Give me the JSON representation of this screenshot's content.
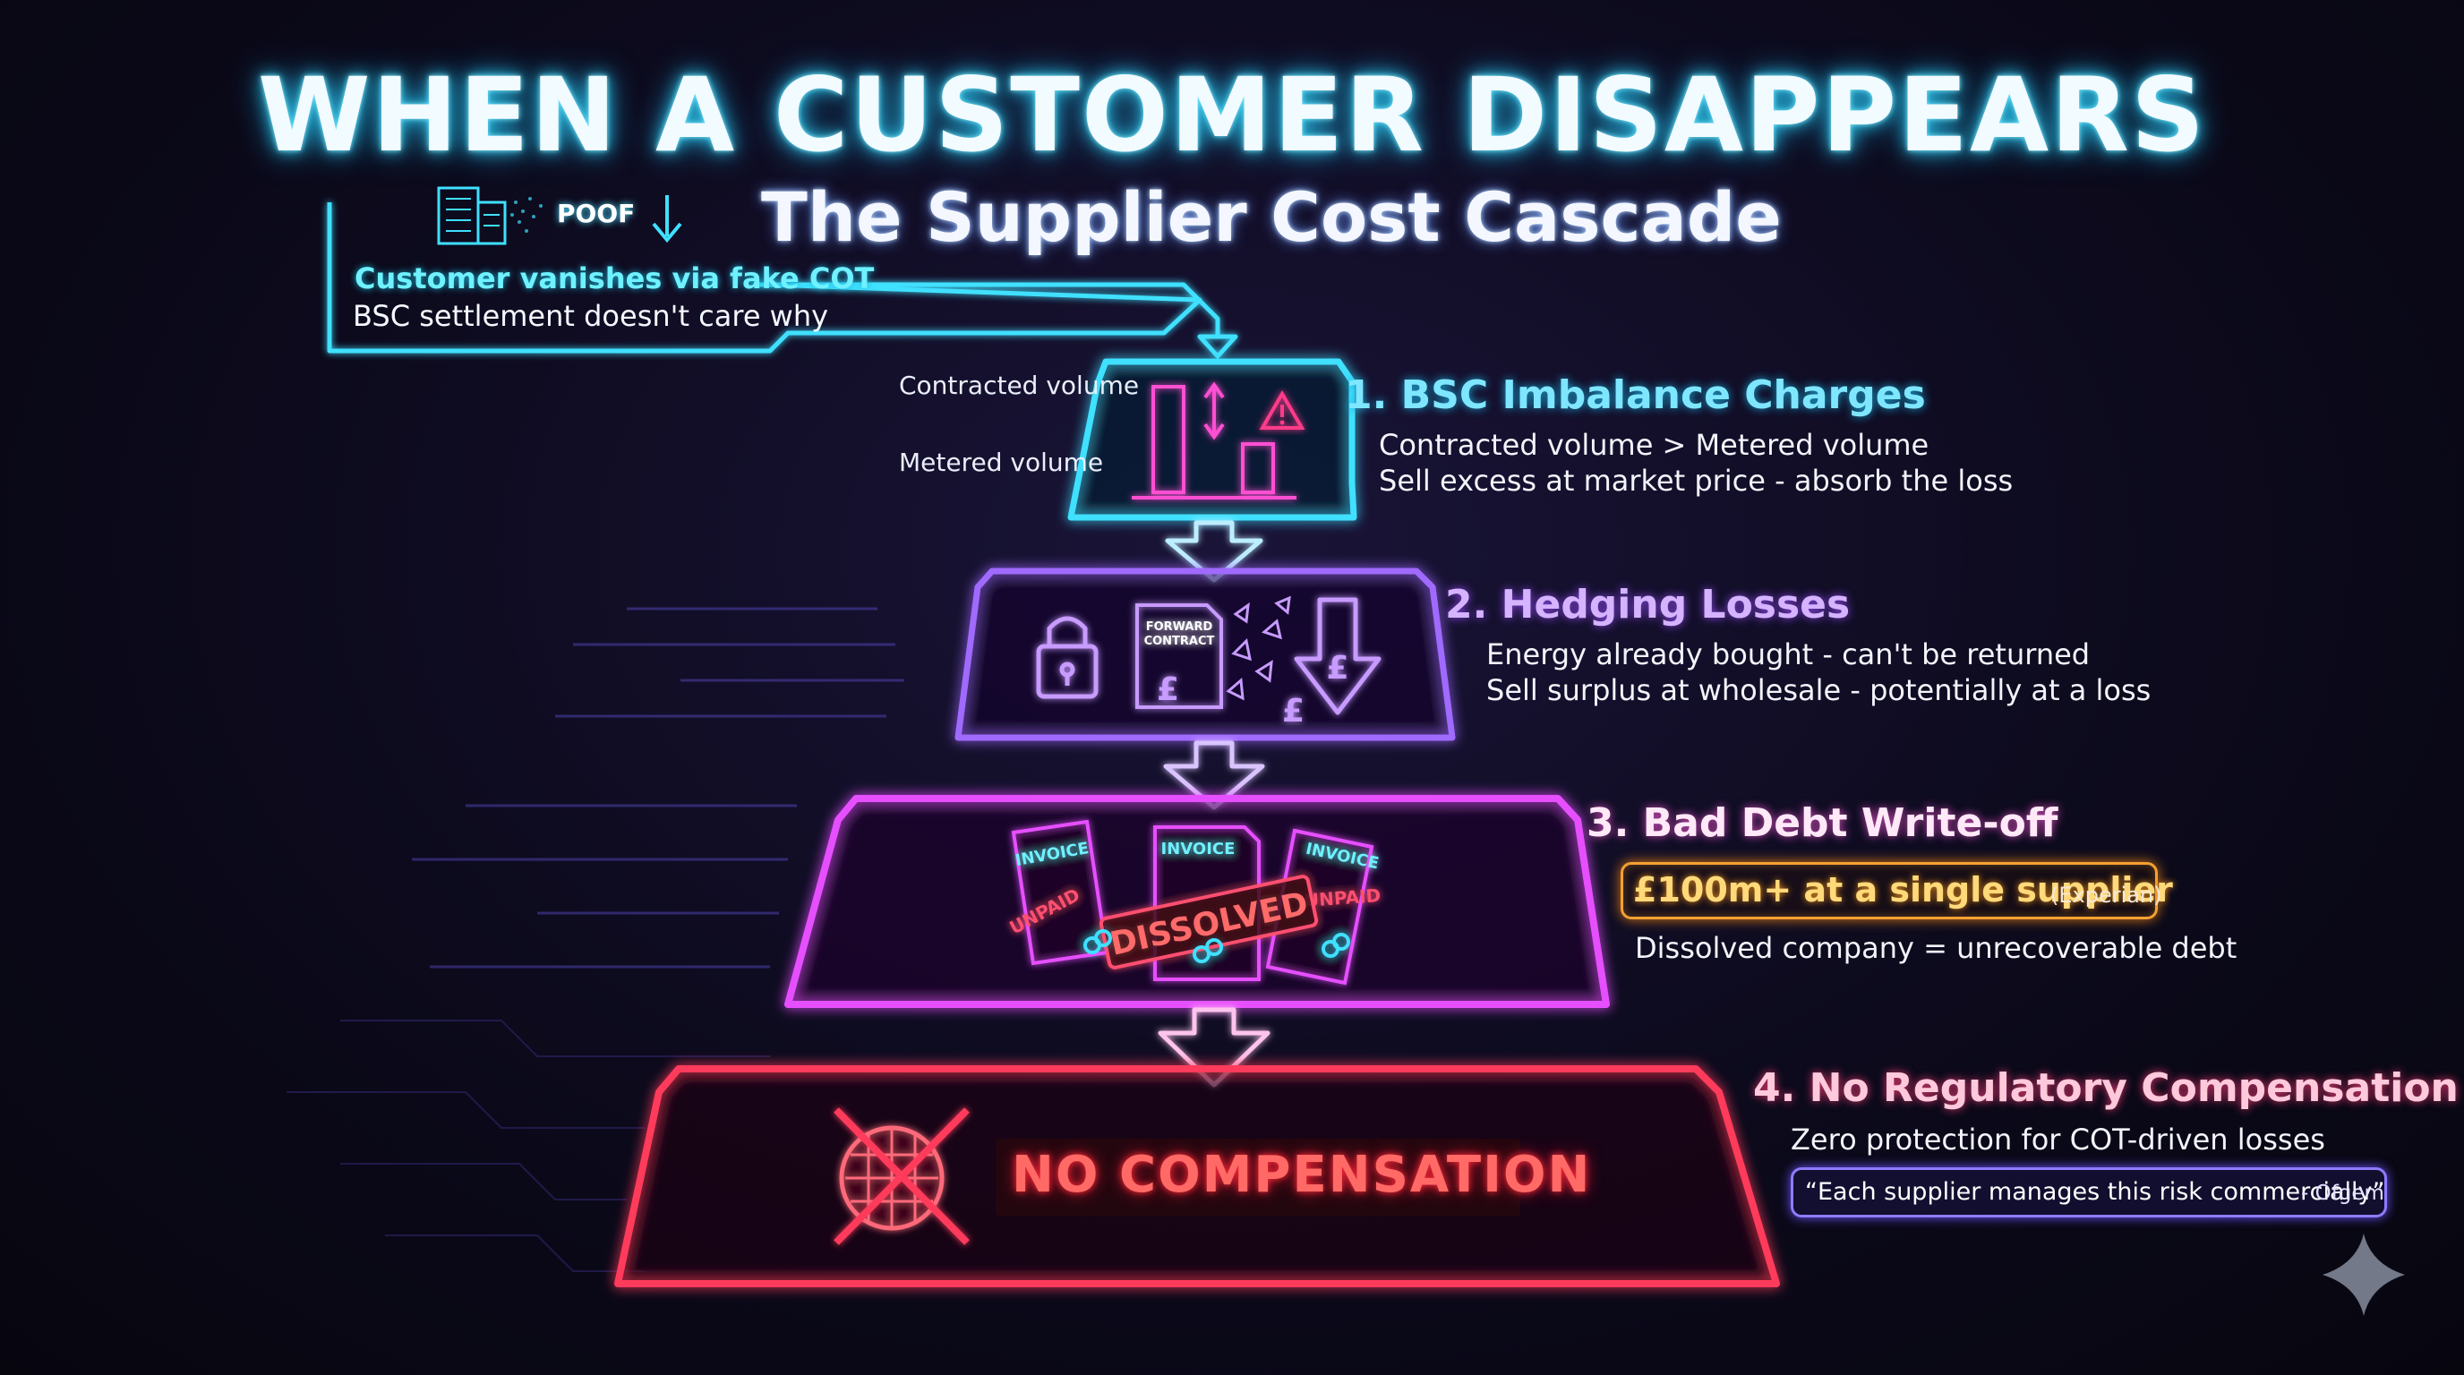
{
  "title": "WHEN A CUSTOMER DISAPPEARS",
  "subtitle": "The Supplier Cost Cascade",
  "intro": {
    "poof_label": "POOF",
    "line1": "Customer vanishes via fake COT",
    "line2": "BSC settlement doesn't care why"
  },
  "tiers": [
    {
      "heading": "1. BSC Imbalance Charges",
      "lines": [
        "Contracted volume > Metered volume",
        "Sell excess at market price - absorb the loss"
      ],
      "side_labels": [
        "Contracted volume",
        "Metered volume"
      ],
      "color": "#3fe0ff"
    },
    {
      "heading": "2. Hedging Losses",
      "lines": [
        "Energy already bought - can't be returned",
        "Sell surplus at wholesale - potentially at a loss"
      ],
      "icon_labels": {
        "contract": "FORWARD CONTRACT",
        "currency": "£"
      },
      "color": "#a06bff"
    },
    {
      "heading": "3. Bad Debt Write-off",
      "highlight": {
        "main": "£100m+ at a single supplier",
        "source": "(Experian)"
      },
      "lines": [
        "Dissolved company = unrecoverable debt"
      ],
      "icon_labels": {
        "invoice": "INVOICE",
        "unpaid": "UNPAID",
        "dissolved": "DISSOLVED"
      },
      "color": "#e64fff"
    },
    {
      "heading": "4. No Regulatory Compensation",
      "lines": [
        "Zero protection for COT-driven losses"
      ],
      "quote": {
        "text": "“Each supplier manages this risk commercially”",
        "source": "- Ofgem"
      },
      "banner": "NO COMPENSATION",
      "color": "#ff3b5c"
    }
  ]
}
